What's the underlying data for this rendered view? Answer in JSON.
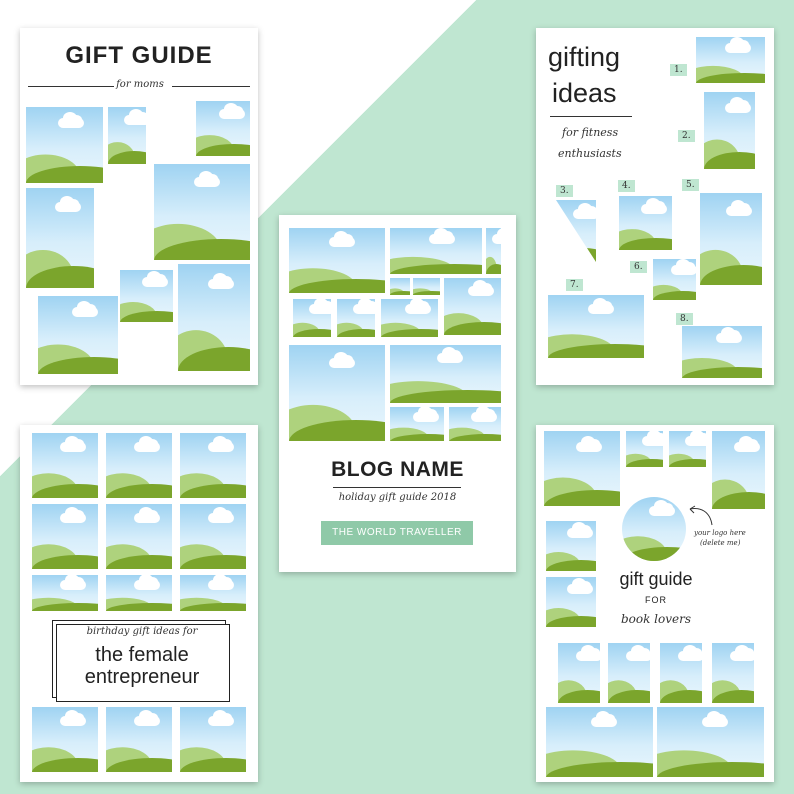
{
  "card1": {
    "title": "GIFT GUIDE",
    "subtitle": "for moms"
  },
  "card2": {
    "title_line1": "gifting",
    "title_line2": "ideas",
    "subtitle_line1": "for fitness",
    "subtitle_line2": "enthusiasts",
    "numbers": [
      "1.",
      "2.",
      "3.",
      "4.",
      "5.",
      "6.",
      "7.",
      "8."
    ]
  },
  "card3": {
    "title": "BLOG NAME",
    "subtitle": "holiday gift guide 2018",
    "button": "THE WORLD TRAVELLER"
  },
  "card4": {
    "small": "birthday gift ideas for",
    "line1": "the female",
    "line2": "entrepreneur"
  },
  "card5": {
    "line1": "gift guide",
    "line2": "FOR",
    "line3": "book lovers",
    "logo_note1": "your logo here",
    "logo_note2": "(delete me)"
  },
  "colors": {
    "mint": "#bfe6d1",
    "sky": "#9fd3f2",
    "grass_dark": "#7ba52c",
    "grass_light": "#aed27d"
  }
}
